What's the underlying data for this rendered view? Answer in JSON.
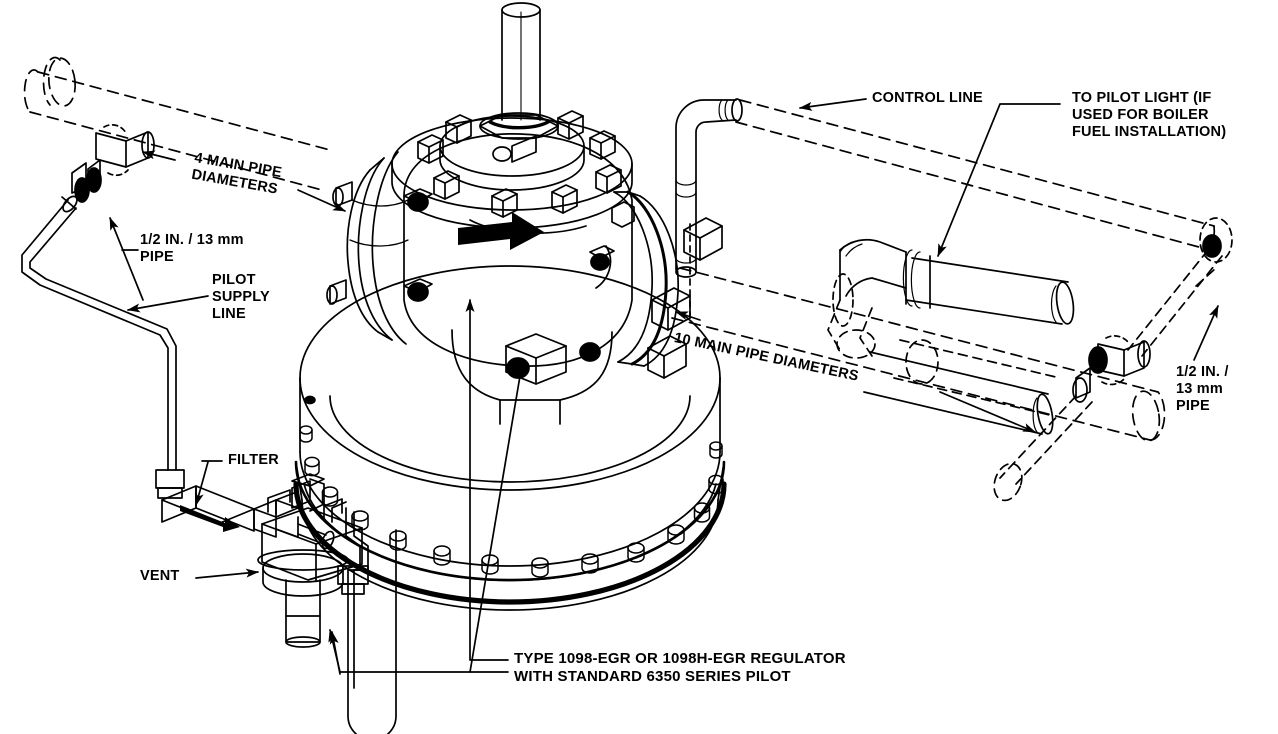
{
  "diagram": {
    "title": "Type 1098-EGR Regulator Installation with 6350 Series Pilot",
    "type": "technical-line-drawing",
    "style": "black-and-white isometric engineering illustration",
    "background_color": "#ffffff",
    "line_color": "#000000"
  },
  "labels": {
    "four_main_pipe_diameters": "4 MAIN PIPE\nDIAMETERS",
    "ten_main_pipe_diameters": "10 MAIN PIPE DIAMETERS",
    "half_inch_pipe_left": "1/2 IN. / 13 mm\nPIPE",
    "half_inch_pipe_right": "1/2 IN. /\n13 mm\nPIPE",
    "pilot_supply_line": "PILOT\nSUPPLY\nLINE",
    "filter": "FILTER",
    "vent": "VENT",
    "control_line": "CONTROL LINE",
    "to_pilot_light": "TO PILOT LIGHT (IF\nUSED FOR BOILER\nFUEL INSTALLATION)",
    "regulator_caption": "TYPE 1098-EGR OR 1098H-EGR REGULATOR\nWITH STANDARD 6350 SERIES PILOT"
  },
  "components": {
    "main_valve": "main-valve-body",
    "bonnet": "valve-bonnet-with-stem",
    "diaphragm_case": "large-bolted-diaphragm-case",
    "inlet_flange": "inlet-flange",
    "outlet_flange": "outlet-flange",
    "flow_arrow": "flow-direction-arrow",
    "pilot_regulator": "6350-series-pilot-regulator",
    "filter_body": "inline-filter",
    "control_line_riser": "control-line-elbow-riser",
    "upstream_pipe": "upstream-main-pipe-phantom",
    "downstream_pipe": "downstream-main-pipe-phantom",
    "pilot_light_piping": "pilot-light-branch-piping"
  }
}
